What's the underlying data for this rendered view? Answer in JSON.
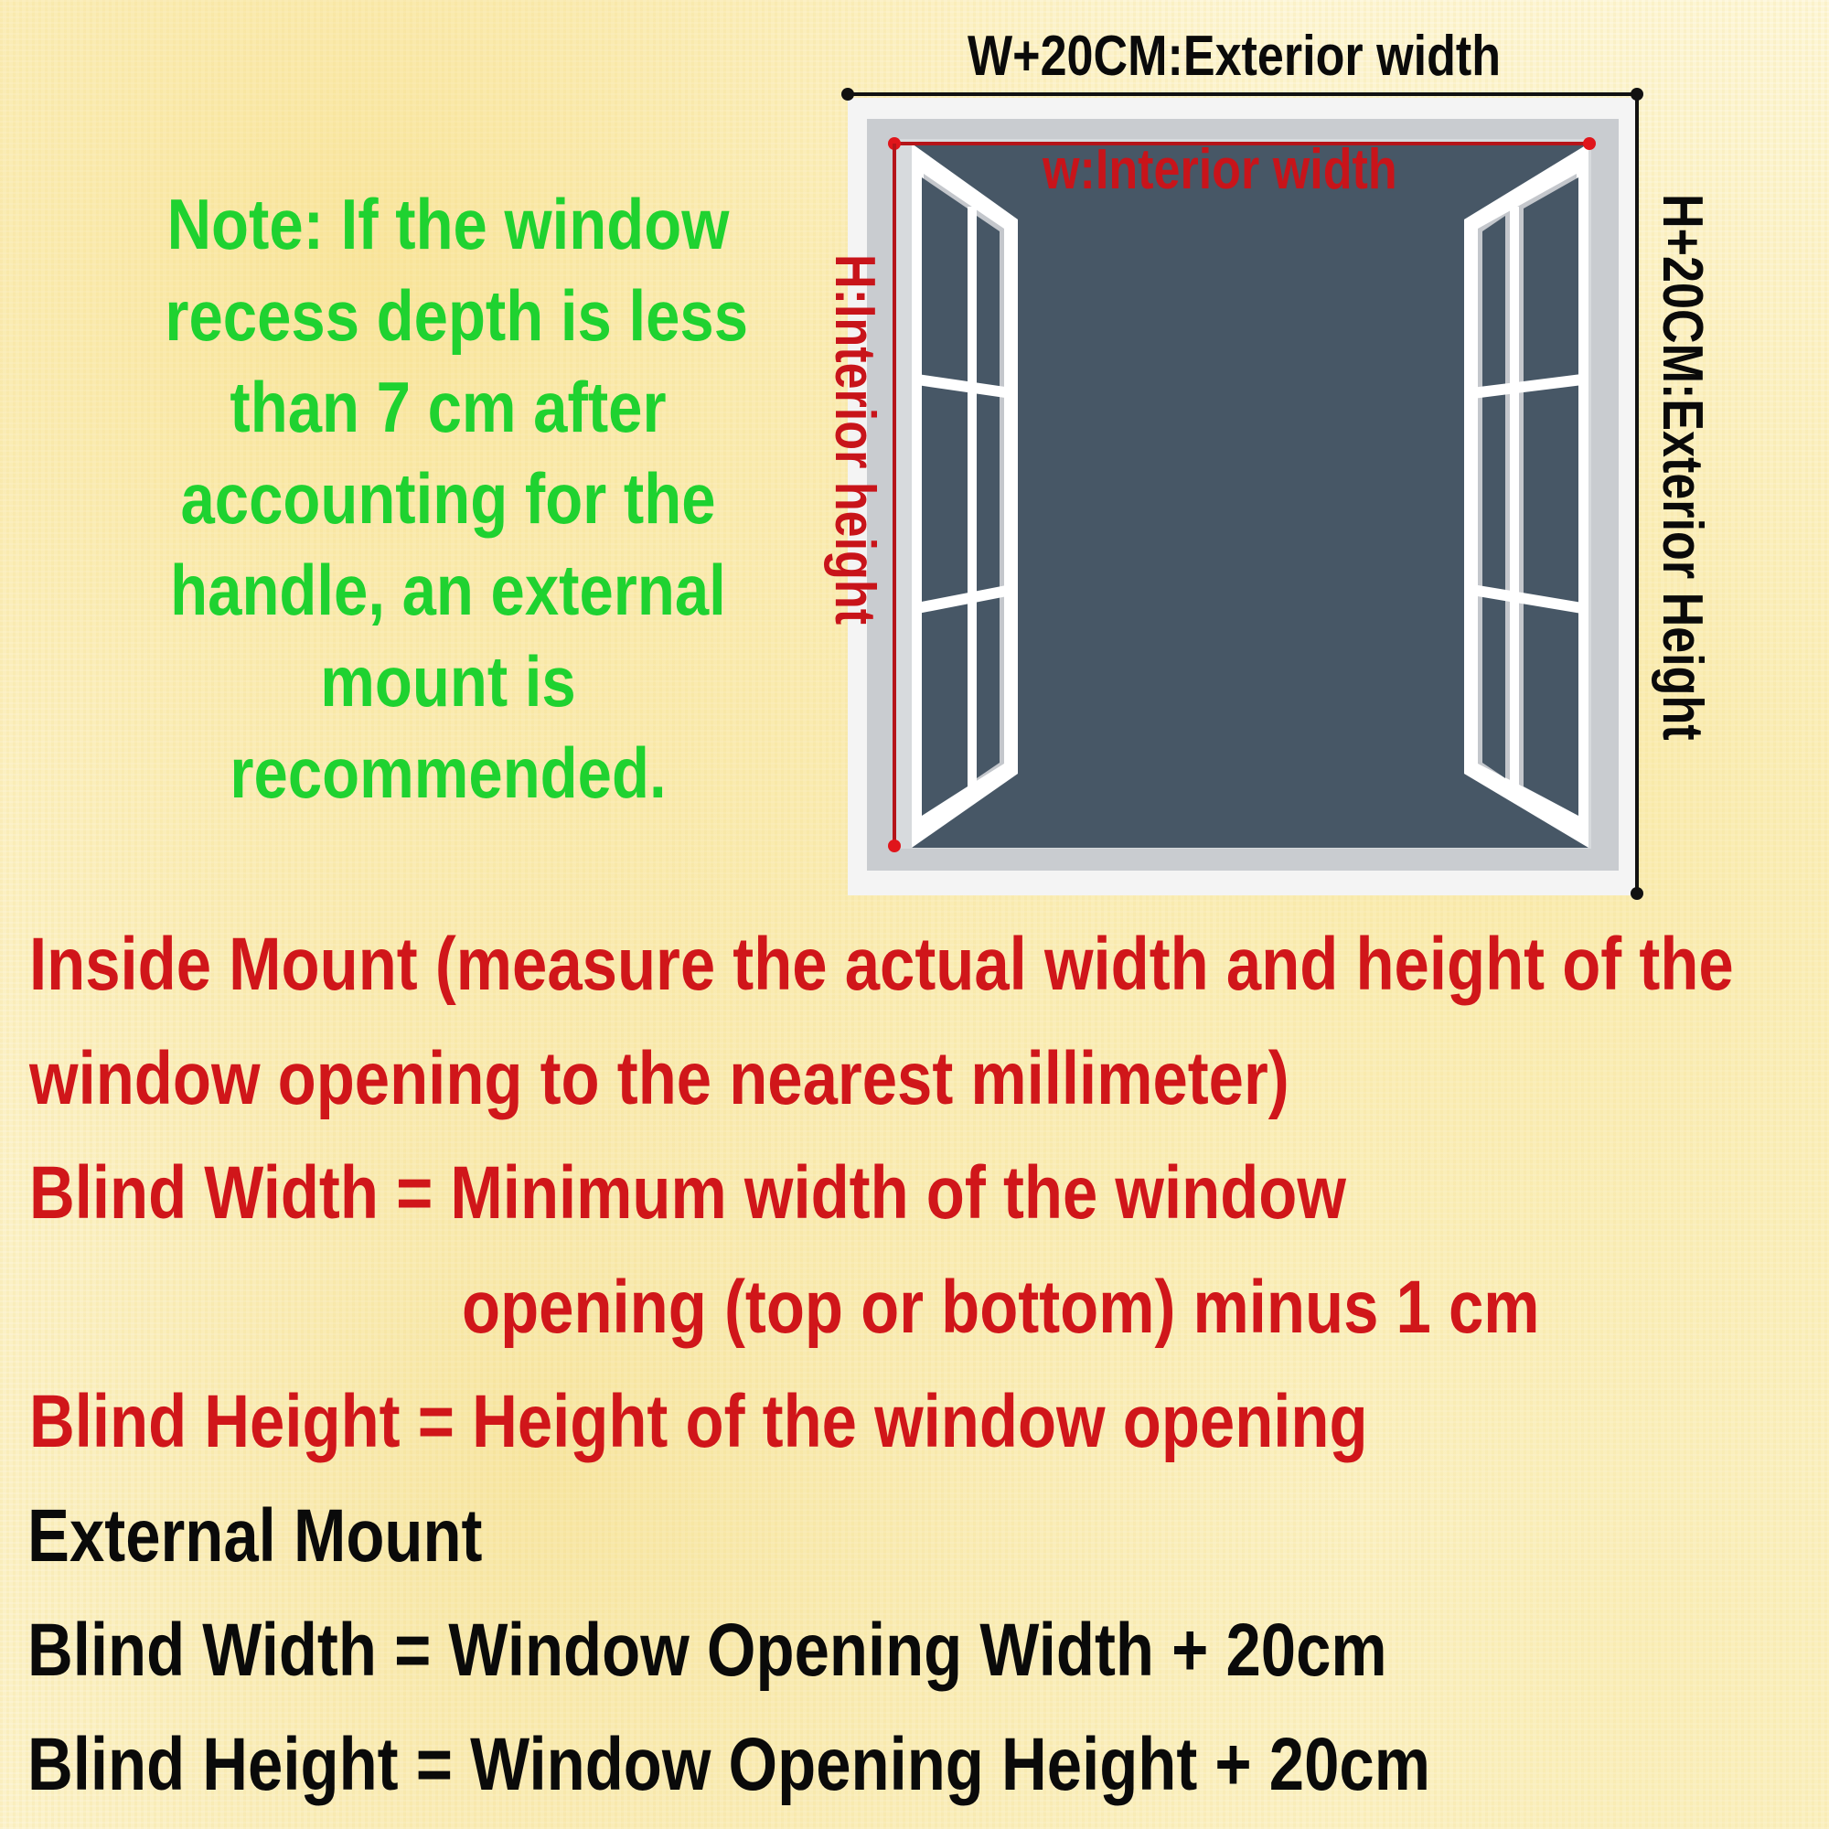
{
  "diagram": {
    "exterior_width_label": "W+20CM:Exterior width",
    "exterior_height_label": "H+20CM:Exterior Height",
    "interior_width_label": "w:Interior width",
    "interior_height_label": "H:Interior height"
  },
  "note": {
    "lines": [
      "Note: If the window",
      "recess depth is less",
      "than 7 cm after",
      "accounting for the",
      "handle, an external",
      "mount is",
      "recommended."
    ]
  },
  "inside_mount": {
    "title_line1": "Inside Mount (measure the actual width and height of the",
    "title_line2": "window opening to the nearest millimeter)",
    "width_line1": "Blind Width = Minimum width of the window",
    "width_line2": "opening (top or bottom) minus 1 cm",
    "height_line": "Blind Height = Height of the window opening"
  },
  "external_mount": {
    "title": "External Mount",
    "width_line": "Blind Width = Window Opening Width + 20cm",
    "height_line": "Blind Height = Window Opening Height + 20cm"
  },
  "colors": {
    "note_green": "#1fd230",
    "inside_red": "#d0161a",
    "external_black": "#0a0a0a",
    "window_glass": "#475766"
  }
}
